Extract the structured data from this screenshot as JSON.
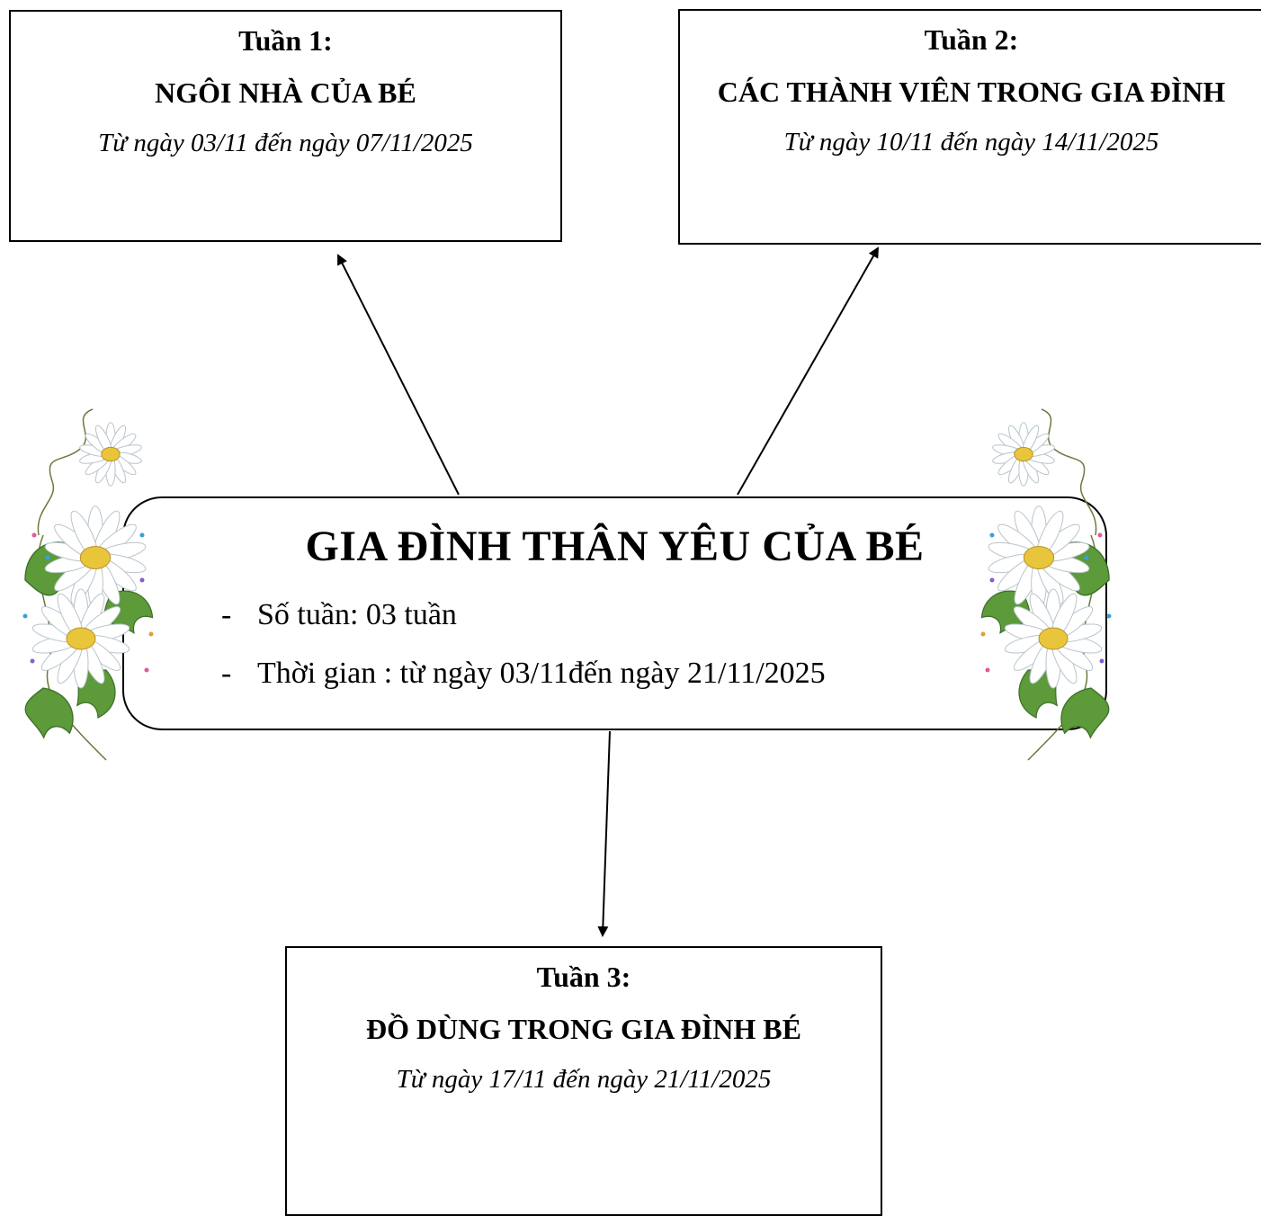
{
  "central_topic": {
    "title": "GIA ĐÌNH THÂN YÊU CỦA BÉ",
    "bullets": [
      {
        "dash": "-",
        "text": "Số tuần: 03 tuần"
      },
      {
        "dash": "-",
        "text": "Thời gian : từ ngày 03/11đến ngày 21/11/2025"
      }
    ]
  },
  "weeks": [
    {
      "label": "Tuần 1:",
      "title": "NGÔI NHÀ CỦA BÉ",
      "dates": "Từ ngày 03/11 đến ngày 07/11/2025"
    },
    {
      "label": "Tuần 2:",
      "title": "CÁC THÀNH VIÊN TRONG GIA ĐÌNH",
      "dates": "Từ ngày 10/11 đến ngày 14/11/2025"
    },
    {
      "label": "Tuần 3:",
      "title": "ĐỒ DÙNG TRONG GIA ĐÌNH BÉ",
      "dates": "Từ ngày 17/11 đến ngày 21/11/2025"
    }
  ],
  "colors": {
    "line": "#000000",
    "petal": "#ffffff",
    "flower_center": "#e8c53a",
    "leaf": "#5c9a3a",
    "vine": "#6b7a3a"
  }
}
